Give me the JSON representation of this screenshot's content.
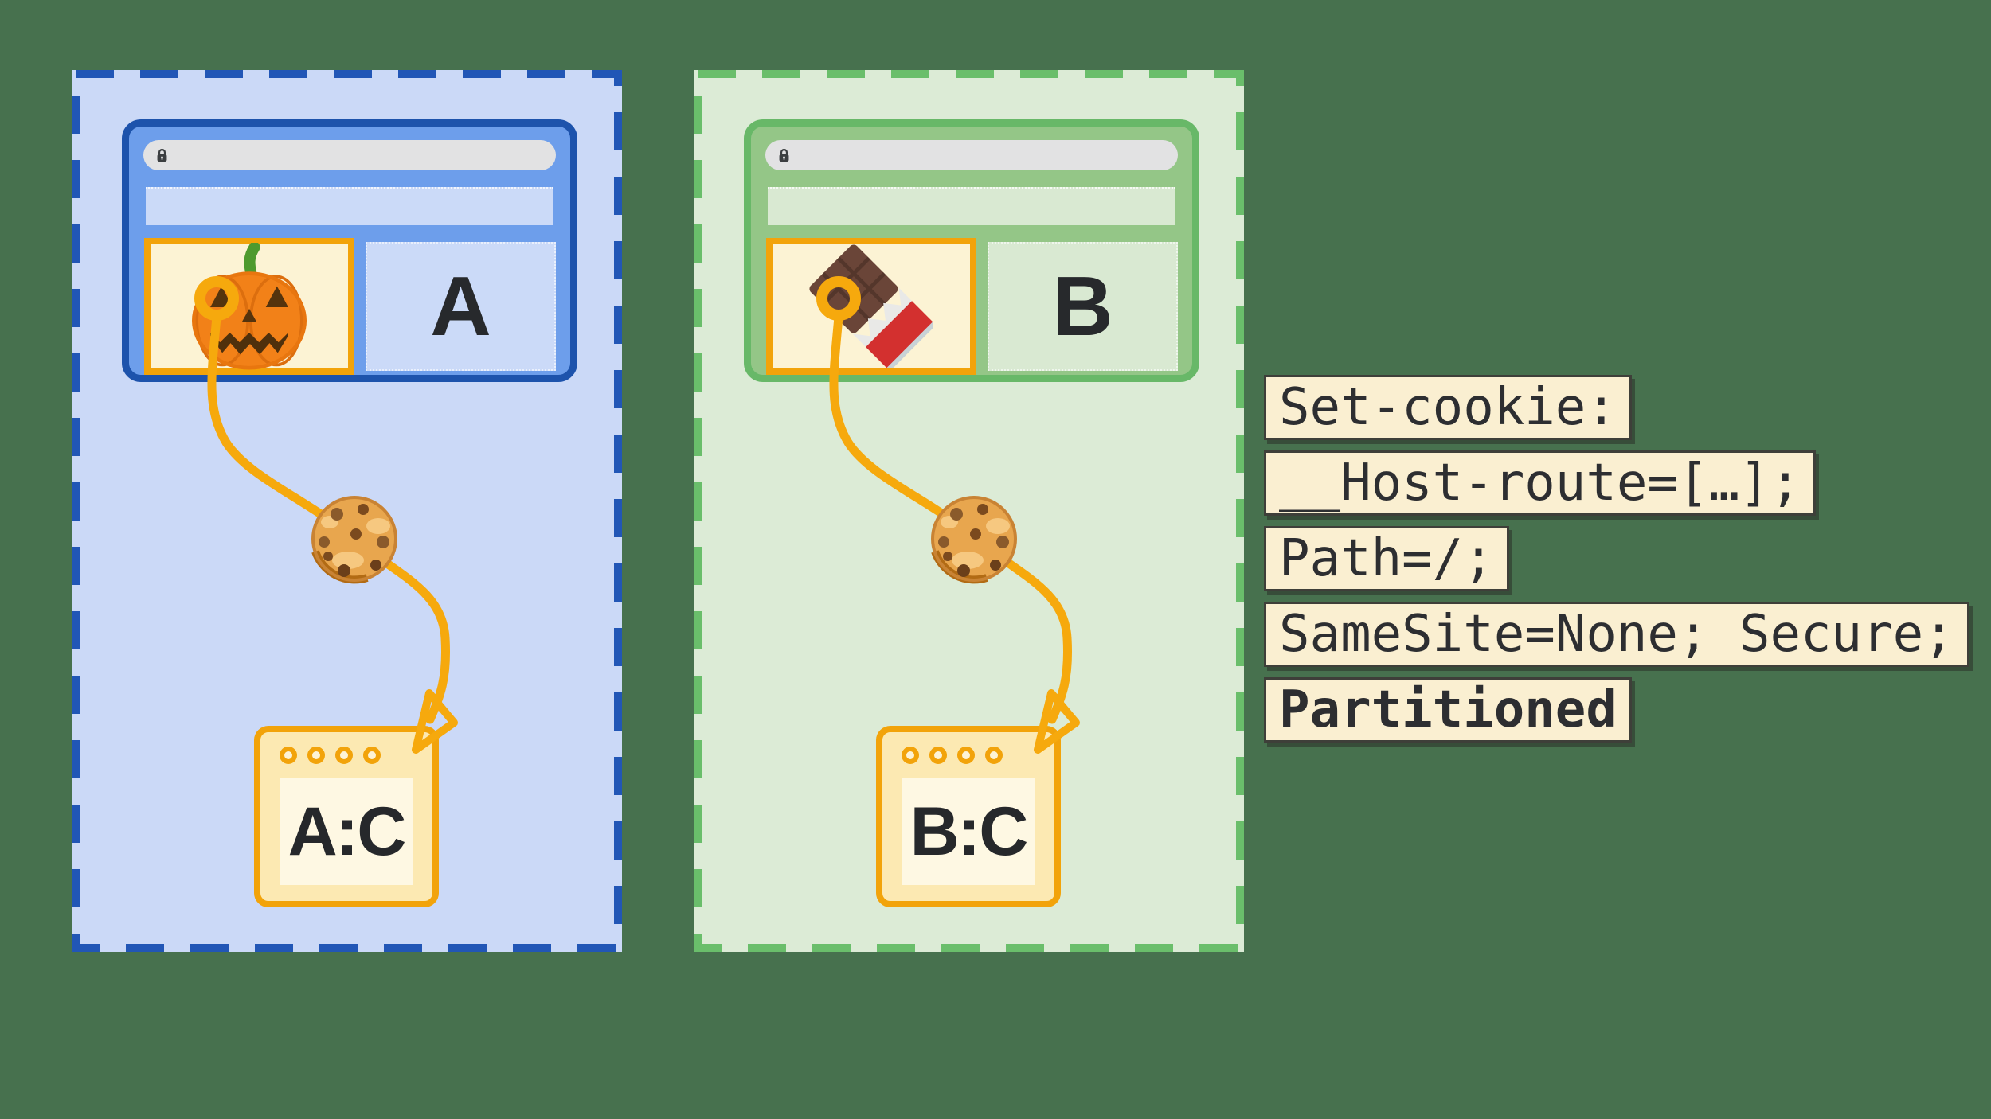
{
  "page": {
    "background": "#47714E",
    "accent_orange": "#F2A30A",
    "connector_orange": "#F6A90D"
  },
  "panels": [
    {
      "name": "partition-site-a",
      "letter": "A",
      "jar_label": "A:C",
      "iframe_icon": "pumpkin-icon",
      "theme": {
        "fill": "#CBD9F7",
        "dash": "#2156B6",
        "frameBorder": "#1D53AC",
        "frameFill": "#6D9EEB",
        "strip": "#CBDAF8"
      }
    },
    {
      "name": "partition-site-b",
      "letter": "B",
      "jar_label": "B:C",
      "iframe_icon": "chocolate-bar-icon",
      "theme": {
        "fill": "#DCEBD6",
        "dash": "#6ABE6B",
        "frameBorder": "#68B868",
        "frameFill": "#94C687",
        "strip": "#D9E9D2"
      }
    }
  ],
  "code_annotation": {
    "bg": "#FAEFD1",
    "text_color": "#2D2E31",
    "lines": [
      {
        "text": "Set-cookie:",
        "bold": false
      },
      {
        "text": "__Host-route=[…];",
        "bold": false
      },
      {
        "text": "Path=/;",
        "bold": false
      },
      {
        "text": "SameSite=None; Secure;",
        "bold": false
      },
      {
        "text": "Partitioned",
        "bold": true
      }
    ]
  },
  "icons": [
    "lock-icon",
    "pumpkin-icon",
    "chocolate-bar-icon",
    "cookie-icon",
    "anchor-ring-icon",
    "arrowhead-icon",
    "window-dots"
  ]
}
